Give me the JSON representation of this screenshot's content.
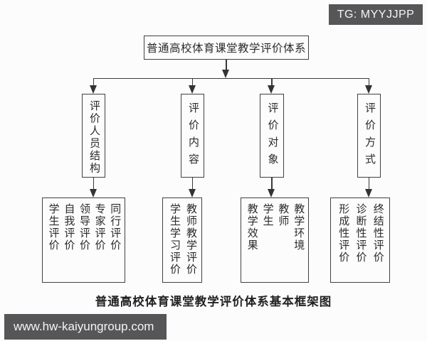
{
  "badge": {
    "label": "TG: MYYJJPP"
  },
  "diagram": {
    "root_title": "普通高校体育课堂教学评价体系",
    "branches": [
      {
        "label": "评价人员结构",
        "items": [
          "学生评价",
          "自我评价",
          "领导评价",
          "专家评价",
          "同行评价"
        ]
      },
      {
        "label": "评价内容",
        "items": [
          "学生学习评价",
          "教师教学评价"
        ]
      },
      {
        "label": "评价对象",
        "items": [
          "教学效果",
          "学生",
          "教师",
          "教学环境"
        ]
      },
      {
        "label": "评价方式",
        "items": [
          "形成性评价",
          "诊断性评价",
          "终结性评价"
        ]
      }
    ],
    "caption": "普通高校体育课堂教学评价体系基本框架图"
  },
  "watermark": {
    "site": "www.hw-kaiyungroup.com"
  },
  "colors": {
    "badge_bg": "#565658",
    "line": "#3a3a3a",
    "text": "#2b2b2b",
    "background": "#fcfcfc"
  }
}
